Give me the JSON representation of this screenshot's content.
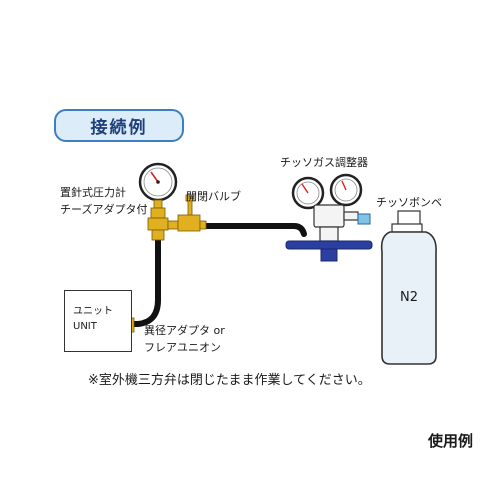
{
  "title": "接続例",
  "labels": {
    "gauge": [
      "置針式圧力計",
      "チーズアダプタ付"
    ],
    "valve": "開閉バルブ",
    "regulator": "チッソガス調整器",
    "cylinder": "チッソボンベ",
    "cylinder_mark": "N2",
    "unit": [
      "ユニット",
      "UNIT"
    ],
    "adapter": [
      "異径アダプタ or",
      "フレアユニオン"
    ]
  },
  "note": "※室外機三方弁は閉じたまま作業してください。",
  "caption": "使用例",
  "colors": {
    "badge_border": "#3a7fc1",
    "badge_fill": "#dcecf8",
    "brass": "#e0b020",
    "hose": "#111111",
    "regulator_blue": "#2a3fa0",
    "cylinder_tint": "#e9f1f8"
  }
}
